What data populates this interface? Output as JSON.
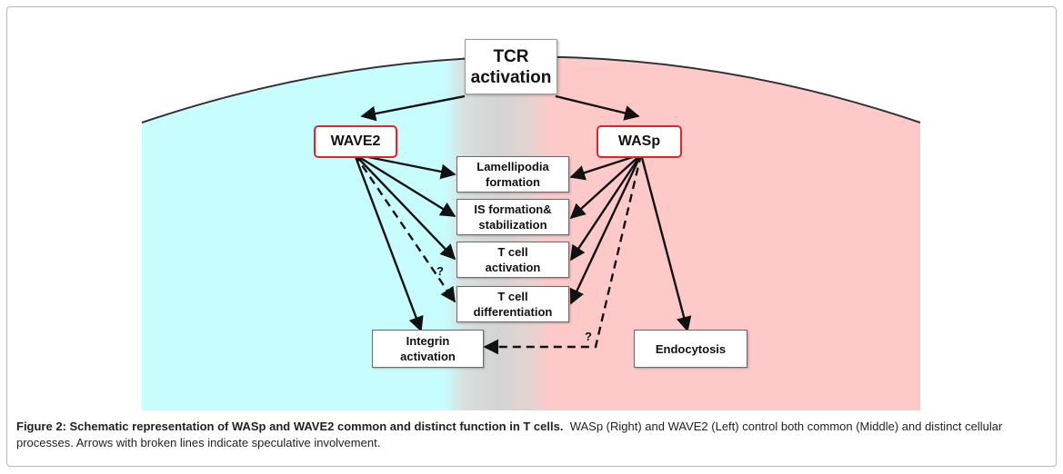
{
  "diagram": {
    "top_node": "TCR\nactivation",
    "left_molecule": "WAVE2",
    "right_molecule": "WASp",
    "common_processes": [
      "Lamellipodia\nformation",
      "IS formation&\nstabilization",
      "T cell\nactivation",
      "T cell\ndifferentiation"
    ],
    "left_specific": "Integrin\nactivation",
    "right_specific": "Endocytosis",
    "question_mark": "?",
    "colors": {
      "left_region": "#c8fdfd",
      "right_region": "#fdc9c9",
      "middle_region": "#d6d6d6",
      "molecule_border": "#e0242c"
    }
  },
  "caption": {
    "label": "Figure 2: Schematic representation of WASp and WAVE2 common and distinct function in T cells.",
    "text": "WASp (Right) and WAVE2 (Left) control both common (Middle) and distinct cellular processes. Arrows with broken lines indicate speculative involvement."
  }
}
